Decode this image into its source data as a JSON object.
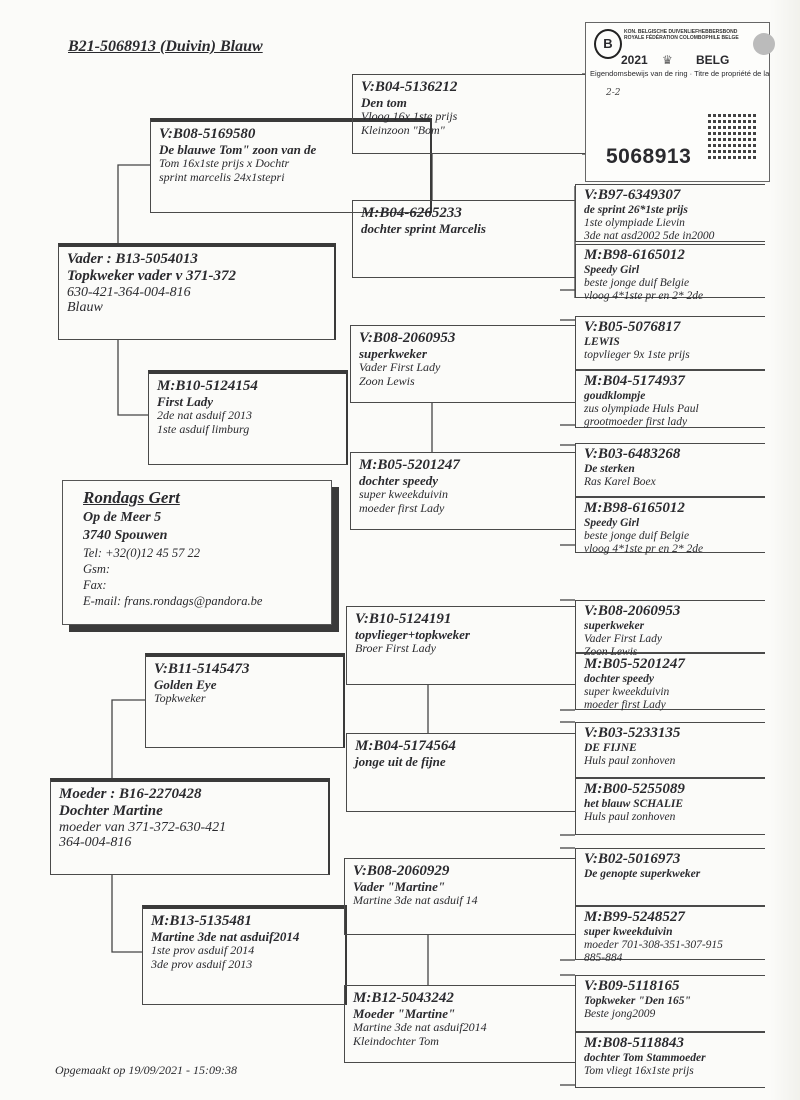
{
  "title": "B21-5068913 (Duivin) Blauw",
  "ring_card": {
    "org_nl": "KON. BELGISCHE DUIVENLIEFHEBBERSBOND",
    "org_fr": "ROYALE FÉDÉRATION COLOMBOPHILE BELGE",
    "logo_letter": "B",
    "year": "2021",
    "country": "BELG",
    "property_text": "Eigendomsbewijs van de ring · Titre de propriété de la",
    "handwritten_note": "2-2",
    "ring_number": "5068913"
  },
  "owner": {
    "name": "Rondags Gert",
    "street": "Op de Meer 5",
    "city": "3740 Spouwen",
    "tel": "Tel: +32(0)12 45 57 22",
    "gsm": "Gsm:",
    "fax": "Fax:",
    "email": "E-mail: frans.rondags@pandora.be"
  },
  "pedigree": {
    "vader": {
      "ring": "Vader : B13-5054013",
      "name": "Topkweker vader v 371-372",
      "lines": [
        "630-421-364-004-816",
        "Blauw"
      ]
    },
    "moeder": {
      "ring": "Moeder : B16-2270428",
      "name": "Dochter Martine",
      "lines": [
        "moeder van 371-372-630-421",
        "364-004-816"
      ]
    },
    "vv": {
      "ring": "V:B08-5169580",
      "name": "De blauwe Tom\" zoon van de",
      "lines": [
        "Tom 16x1ste prijs x Dochtr",
        "sprint marcelis 24x1stepri"
      ]
    },
    "vm": {
      "ring": "M:B10-5124154",
      "name": "First Lady",
      "lines": [
        "2de nat asduif 2013",
        "1ste asduif limburg"
      ]
    },
    "mv": {
      "ring": "V:B11-5145473",
      "name": "Golden Eye",
      "lines": [
        "Topkweker"
      ]
    },
    "mm": {
      "ring": "M:B13-5135481",
      "name": "Martine 3de nat asduif2014",
      "lines": [
        "1ste prov asduif 2014",
        "3de prov asduif 2013"
      ]
    },
    "vvv": {
      "ring": "V:B04-5136212",
      "name": "Den tom",
      "lines": [
        "Vloog 16x 1ste prijs",
        "Kleinzoon \"Bom\""
      ]
    },
    "vvm": {
      "ring": "M:B04-6265233",
      "name": "dochter sprint Marcelis",
      "lines": []
    },
    "vmv": {
      "ring": "V:B08-2060953",
      "name": "superkweker",
      "lines": [
        "Vader First Lady",
        "Zoon Lewis"
      ]
    },
    "vmm": {
      "ring": "M:B05-5201247",
      "name": "dochter speedy",
      "lines": [
        "super kweekduivin",
        "moeder first Lady"
      ]
    },
    "mvv": {
      "ring": "V:B10-5124191",
      "name": "topvlieger+topkweker",
      "lines": [
        "Broer First Lady"
      ]
    },
    "mvm": {
      "ring": "M:B04-5174564",
      "name": "jonge uit de fijne",
      "lines": []
    },
    "mmv": {
      "ring": "V:B08-2060929",
      "name": "Vader \"Martine\"",
      "lines": [
        "Martine 3de nat asduif 14"
      ]
    },
    "mmm": {
      "ring": "M:B12-5043242",
      "name": "Moeder \"Martine\"",
      "lines": [
        "Martine 3de nat asduif2014",
        "Kleindochter Tom"
      ]
    },
    "vvmv": {
      "ring": "V:B97-6349307",
      "name": "de sprint 26*1ste prijs",
      "lines": [
        "1ste olympiade Lievin",
        "3de nat asd2002 5de in2000"
      ]
    },
    "vvmm": {
      "ring": "M:B98-6165012",
      "name": "Speedy Girl",
      "lines": [
        "beste jonge duif Belgie",
        "vloog 4*1ste pr en 2* 2de"
      ]
    },
    "vmvv": {
      "ring": "V:B05-5076817",
      "name": "LEWIS",
      "lines": [
        "topvlieger 9x 1ste prijs"
      ]
    },
    "vmvm": {
      "ring": "M:B04-5174937",
      "name": "goudklompje",
      "lines": [
        "zus olympiade Huls Paul",
        "grootmoeder first lady"
      ]
    },
    "vmmv": {
      "ring": "V:B03-6483268",
      "name": "De sterken",
      "lines": [
        "Ras Karel Boex"
      ]
    },
    "vmmm": {
      "ring": "M:B98-6165012",
      "name": "Speedy Girl",
      "lines": [
        "beste jonge duif Belgie",
        "vloog 4*1ste pr en 2* 2de"
      ]
    },
    "mvvv": {
      "ring": "V:B08-2060953",
      "name": "superkweker",
      "lines": [
        "Vader First Lady",
        "Zoon Lewis"
      ]
    },
    "mvvm": {
      "ring": "M:B05-5201247",
      "name": "dochter speedy",
      "lines": [
        "super kweekduivin",
        "moeder first Lady"
      ]
    },
    "mvmv": {
      "ring": "V:B03-5233135",
      "name": "DE FIJNE",
      "lines": [
        "Huls paul zonhoven"
      ]
    },
    "mvmm": {
      "ring": "M:B00-5255089",
      "name": "het blauw SCHALIE",
      "lines": [
        "Huls paul zonhoven"
      ]
    },
    "mmvv": {
      "ring": "V:B02-5016973",
      "name": "De genopte superkweker",
      "lines": []
    },
    "mmvm": {
      "ring": "M:B99-5248527",
      "name": "super kweekduivin",
      "lines": [
        "moeder 701-308-351-307-915",
        "885-884"
      ]
    },
    "mmmv": {
      "ring": "V:B09-5118165",
      "name": "Topkweker \"Den 165\"",
      "lines": [
        "Beste jong2009"
      ]
    },
    "mmmm": {
      "ring": "M:B08-5118843",
      "name": "dochter Tom Stammoeder",
      "lines": [
        "Tom vliegt 16x1ste prijs"
      ]
    }
  },
  "footer": "Opgemaakt op 19/09/2021 - 15:09:38"
}
